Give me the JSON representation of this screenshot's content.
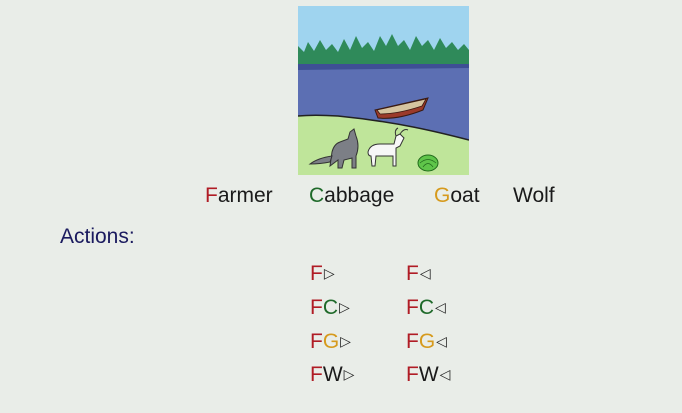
{
  "colors": {
    "farmer": "#b01c25",
    "cabbage": "#1f6a2a",
    "goat": "#d69a1d",
    "wolf": "#1a1a1a",
    "heading": "#1a1a5e",
    "background": "#e9ede8"
  },
  "scene": {
    "icons": [
      "trees-icon",
      "river-icon",
      "boat-icon",
      "wolf-icon",
      "goat-icon",
      "cabbage-icon"
    ]
  },
  "legend": {
    "farmer": {
      "initial": "F",
      "rest": "armer"
    },
    "cabbage": {
      "initial": "C",
      "rest": "abbage"
    },
    "goat": {
      "initial": "G",
      "rest": "oat"
    },
    "wolf": {
      "label": "Wolf"
    }
  },
  "actions_heading": "Actions:",
  "actions": {
    "right": [
      {
        "f": "F",
        "x": "",
        "xcolor": "",
        "arrow": "▷"
      },
      {
        "f": "F",
        "x": "C",
        "xcolor": "cabbage",
        "arrow": "▷"
      },
      {
        "f": "F",
        "x": "G",
        "xcolor": "goat",
        "arrow": "▷"
      },
      {
        "f": "F",
        "x": "W",
        "xcolor": "wolf",
        "arrow": "▷"
      }
    ],
    "left": [
      {
        "f": "F",
        "x": "",
        "xcolor": "",
        "arrow": "◁"
      },
      {
        "f": "F",
        "x": "C",
        "xcolor": "cabbage",
        "arrow": "◁"
      },
      {
        "f": "F",
        "x": "G",
        "xcolor": "goat",
        "arrow": "◁"
      },
      {
        "f": "F",
        "x": "W",
        "xcolor": "wolf",
        "arrow": "◁"
      }
    ]
  }
}
